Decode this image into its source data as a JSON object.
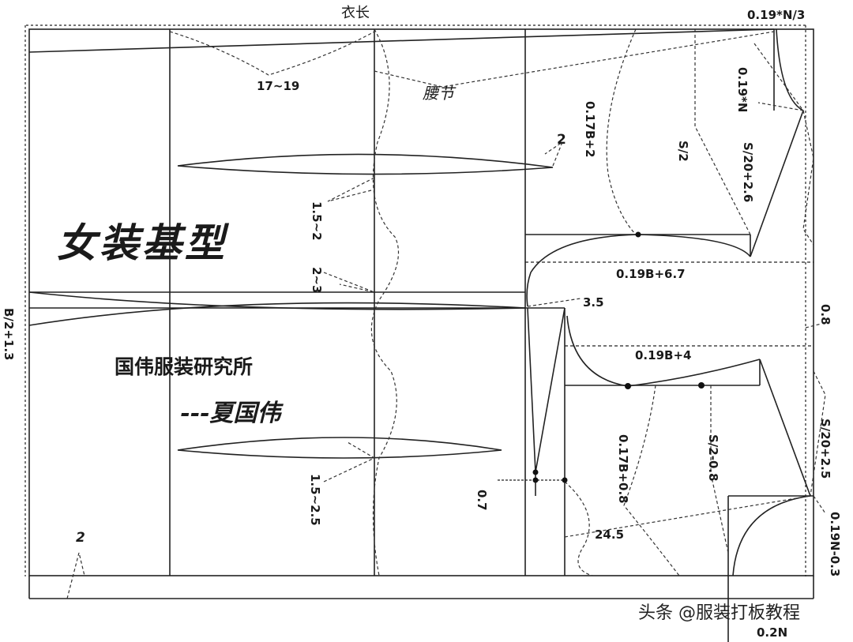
{
  "title": "女装基型",
  "studio": "国伟服装研究所",
  "author": "---夏国伟",
  "watermark": "头条 @服装打板教程",
  "labels": {
    "length": "衣长",
    "back_neck_width": "0.19*N/3",
    "back_neck_depth": "0.19*N",
    "waist_section": "腰节",
    "range_17_19": "17~19",
    "back_width": "0.17B+2",
    "half_shoulder": "S/2",
    "back_shoulder": "S/20+2.6",
    "dart_2": "2",
    "dart_1_5_2": "1.5~2",
    "dart_2_3": "2~3",
    "armhole_back": "0.19B+6.7",
    "half_bust": "B/2+1.3",
    "bust_3_5": "3.5",
    "point_8": "0.8",
    "armhole_front": "0.19B+4",
    "front_shoulder": "S/20+2.5",
    "front_width": "0.17B+0.8",
    "front_half_shoulder": "S/2-0.8",
    "dart_1_5_2_5": "1.5~2.5",
    "point_7": "0.7",
    "value_24_5": "24.5",
    "front_neck_depth": "0.19N-0.3",
    "front_neck_width": "0.2N",
    "hem_2": "2"
  }
}
